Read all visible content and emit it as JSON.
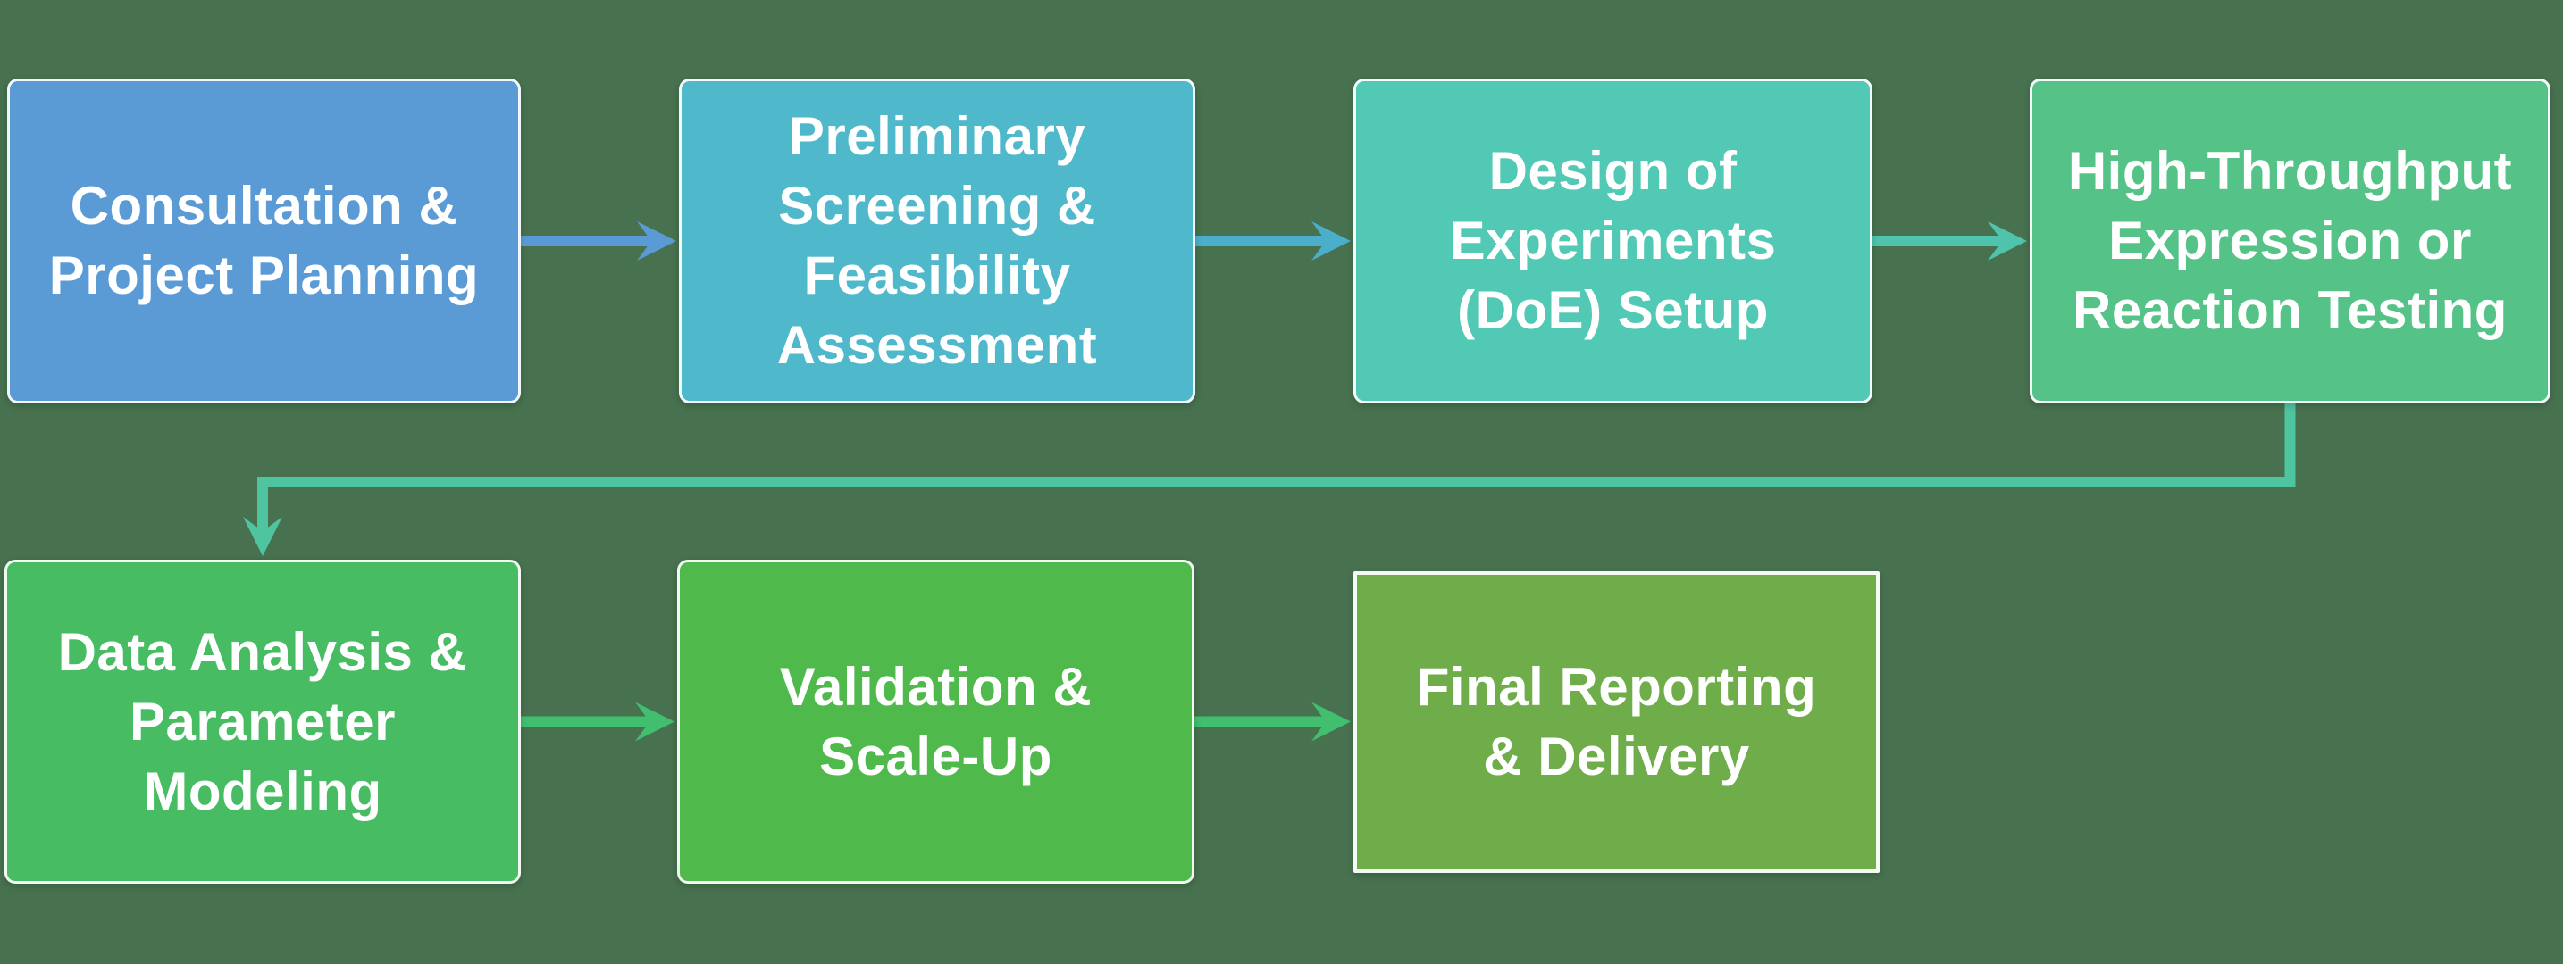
{
  "colors": {
    "background": "#47714F",
    "text": "#FFFFFF",
    "box_border": "#FFFFFF"
  },
  "steps": [
    {
      "id": 1,
      "label": "Consultation &\nProject Planning",
      "color": "#5B9BD5"
    },
    {
      "id": 2,
      "label": "Preliminary\nScreening &\nFeasibility\nAssessment",
      "color": "#4FB9CB"
    },
    {
      "id": 3,
      "label": "Design of\nExperiments\n(DoE) Setup",
      "color": "#52C9B4"
    },
    {
      "id": 4,
      "label": "High-Throughput\nExpression or\nReaction Testing",
      "color": "#55C287"
    },
    {
      "id": 5,
      "label": "Data Analysis &\nParameter\nModeling",
      "color": "#47BC63"
    },
    {
      "id": 6,
      "label": "Validation &\nScale-Up",
      "color": "#4FBA4B"
    },
    {
      "id": 7,
      "label": "Final Reporting\n& Delivery",
      "color": "#6FAC4A"
    }
  ],
  "connectors": [
    {
      "id": "c1-2",
      "from": 1,
      "to": 2,
      "type": "straight",
      "color": "#5B9BD5"
    },
    {
      "id": "c2-3",
      "from": 2,
      "to": 3,
      "type": "straight",
      "color": "#4BAECB"
    },
    {
      "id": "c3-4",
      "from": 3,
      "to": 4,
      "type": "straight",
      "color": "#4FC3AC"
    },
    {
      "id": "c4-5",
      "from": 4,
      "to": 5,
      "type": "elbow",
      "color": "#4FC4A1"
    },
    {
      "id": "c5-6",
      "from": 5,
      "to": 6,
      "type": "straight",
      "color": "#41BE6E"
    },
    {
      "id": "c6-7",
      "from": 6,
      "to": 7,
      "type": "straight",
      "color": "#41BE6E"
    }
  ]
}
